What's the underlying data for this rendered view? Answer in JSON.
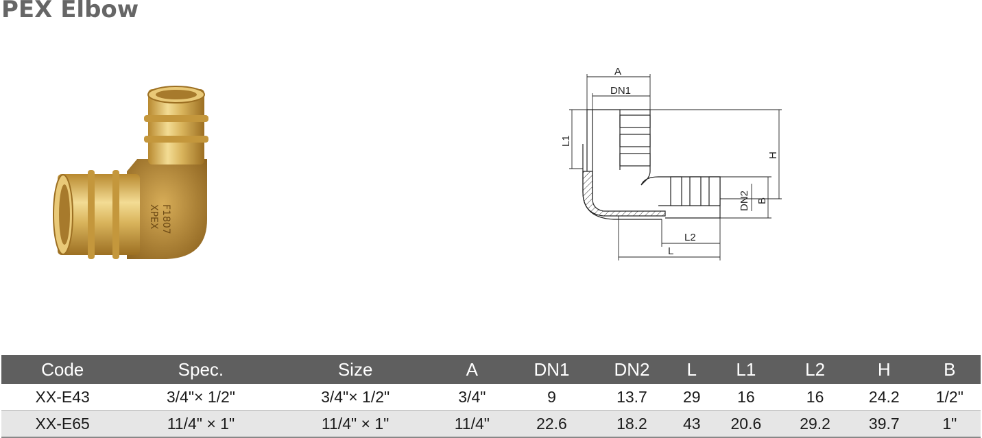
{
  "title": "PEX Elbow",
  "photo": {
    "marking_lines": [
      "XPEX",
      "F1807"
    ]
  },
  "drawing": {
    "labels": {
      "A": "A",
      "DN1": "DN1",
      "L1": "L1",
      "H": "H",
      "DN2": "DN2",
      "B": "B",
      "L2": "L2",
      "L": "L"
    }
  },
  "table": {
    "headers": [
      "Code",
      "Spec.",
      "Size",
      "A",
      "DN1",
      "DN2",
      "L",
      "L1",
      "L2",
      "H",
      "B"
    ],
    "rows": [
      [
        "XX-E43",
        "3/4\"× 1/2\"",
        "3/4\"× 1/2\"",
        "3/4\"",
        "9",
        "13.7",
        "29",
        "16",
        "16",
        "24.2",
        "1/2\""
      ],
      [
        "XX-E65",
        "11/4\" × 1\"",
        "11/4\" × 1\"",
        "11/4\"",
        "22.6",
        "18.2",
        "43",
        "20.6",
        "29.2",
        "39.7",
        "1\""
      ]
    ]
  },
  "colors": {
    "header_bg": "#5f5f5f",
    "row_alt_bg": "#e6e6e6",
    "title": "#666666",
    "brass": "#c9a24a"
  }
}
